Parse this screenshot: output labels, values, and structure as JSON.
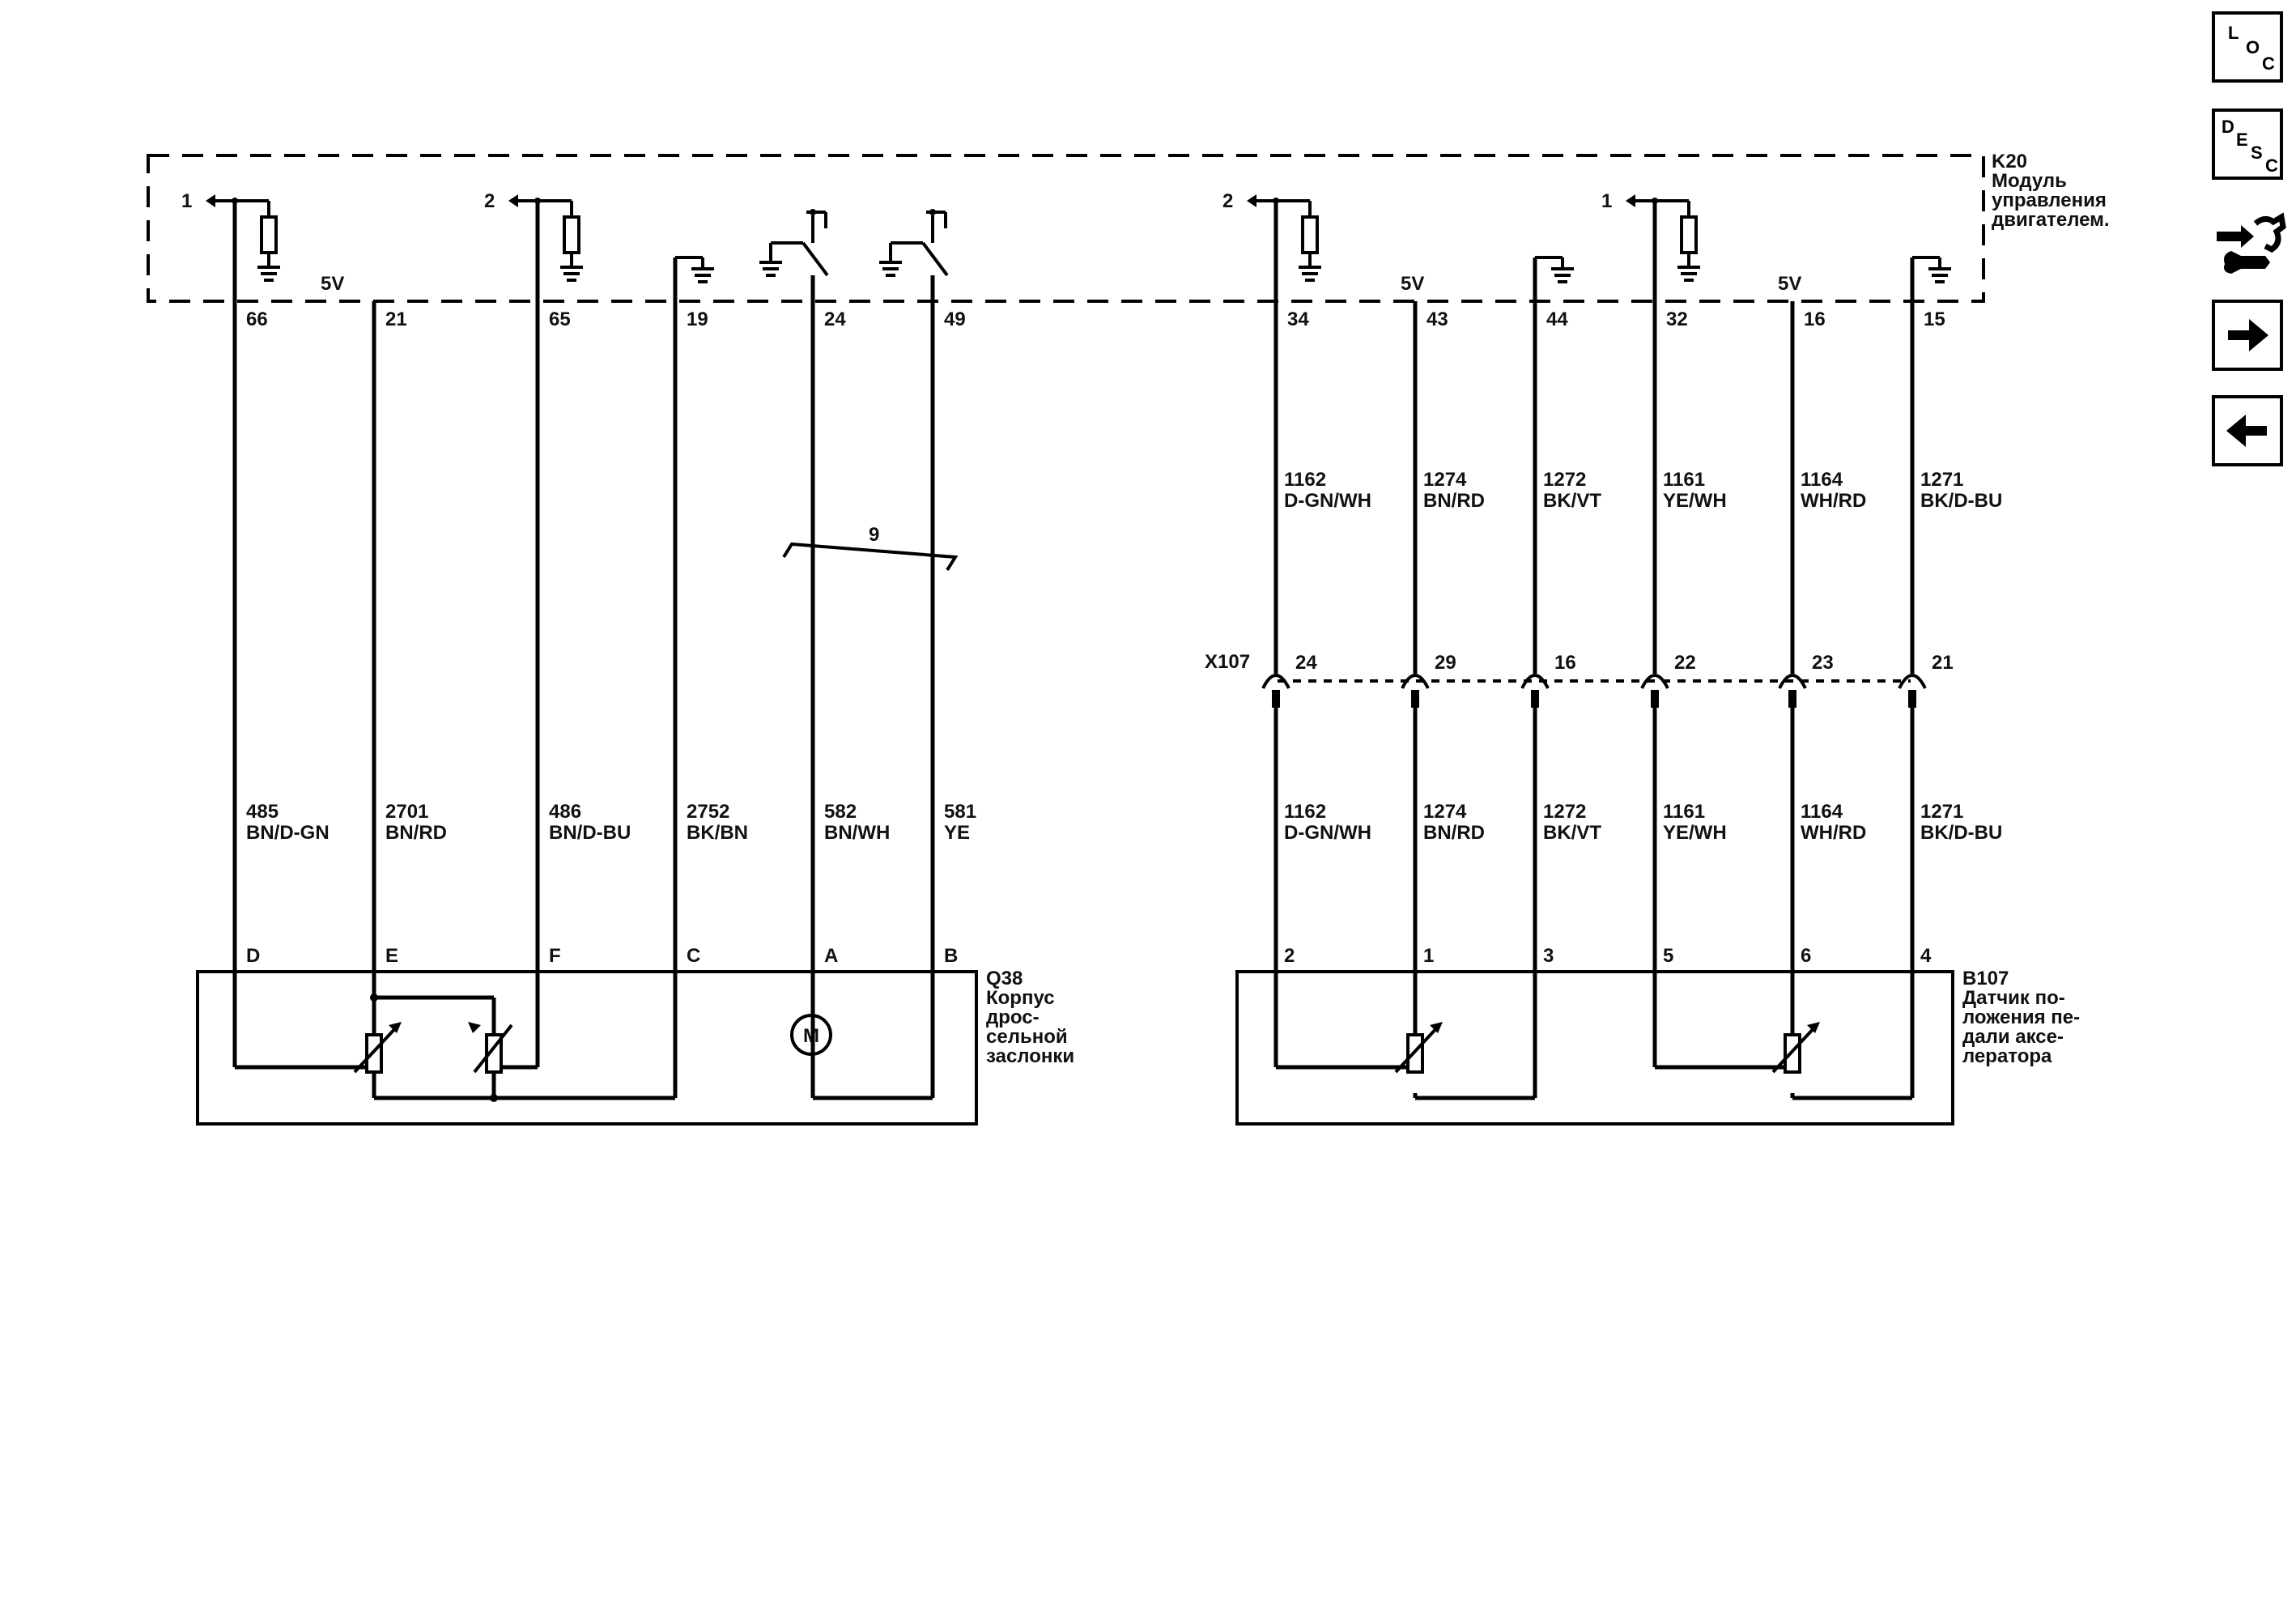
{
  "nav": {
    "loc": [
      "L",
      "O",
      "C"
    ],
    "desc": [
      "D",
      "E",
      "S",
      "C"
    ]
  },
  "module": {
    "name": "K20",
    "desc": [
      "Модуль",
      "управления",
      "двигателем."
    ]
  },
  "throttle": {
    "name": "Q38",
    "desc": [
      "Корпус",
      "дрос-",
      "сельной",
      "заслонки"
    ],
    "motor": "M",
    "bundle": "9",
    "wires": [
      {
        "ecm_pin": "66",
        "circuit": "485",
        "color": "BN/D-GN",
        "comp_pin": "D",
        "sensor_ref": "1"
      },
      {
        "ecm_pin": "21",
        "circuit": "2701",
        "color": "BN/RD",
        "comp_pin": "E",
        "supply": "5V"
      },
      {
        "ecm_pin": "65",
        "circuit": "486",
        "color": "BN/D-BU",
        "comp_pin": "F",
        "sensor_ref": "2"
      },
      {
        "ecm_pin": "19",
        "circuit": "2752",
        "color": "BK/BN",
        "comp_pin": "C"
      },
      {
        "ecm_pin": "24",
        "circuit": "582",
        "color": "BN/WH",
        "comp_pin": "A"
      },
      {
        "ecm_pin": "49",
        "circuit": "581",
        "color": "YE",
        "comp_pin": "B"
      }
    ]
  },
  "pedal": {
    "name": "B107",
    "desc": [
      "Датчик по-",
      "ложения пе-",
      "дали аксе-",
      "лератора"
    ],
    "connector": "X107",
    "wires": [
      {
        "ecm_pin": "34",
        "circuit": "1162",
        "color": "D-GN/WH",
        "x107_pin": "24",
        "comp_pin": "2",
        "sensor_ref": "2"
      },
      {
        "ecm_pin": "43",
        "circuit": "1274",
        "color": "BN/RD",
        "x107_pin": "29",
        "comp_pin": "1",
        "supply": "5V"
      },
      {
        "ecm_pin": "44",
        "circuit": "1272",
        "color": "BK/VT",
        "x107_pin": "16",
        "comp_pin": "3"
      },
      {
        "ecm_pin": "32",
        "circuit": "1161",
        "color": "YE/WH",
        "x107_pin": "22",
        "comp_pin": "5",
        "sensor_ref": "1"
      },
      {
        "ecm_pin": "16",
        "circuit": "1164",
        "color": "WH/RD",
        "x107_pin": "23",
        "comp_pin": "6",
        "supply": "5V"
      },
      {
        "ecm_pin": "15",
        "circuit": "1271",
        "color": "BK/D-BU",
        "x107_pin": "21",
        "comp_pin": "4"
      }
    ]
  }
}
